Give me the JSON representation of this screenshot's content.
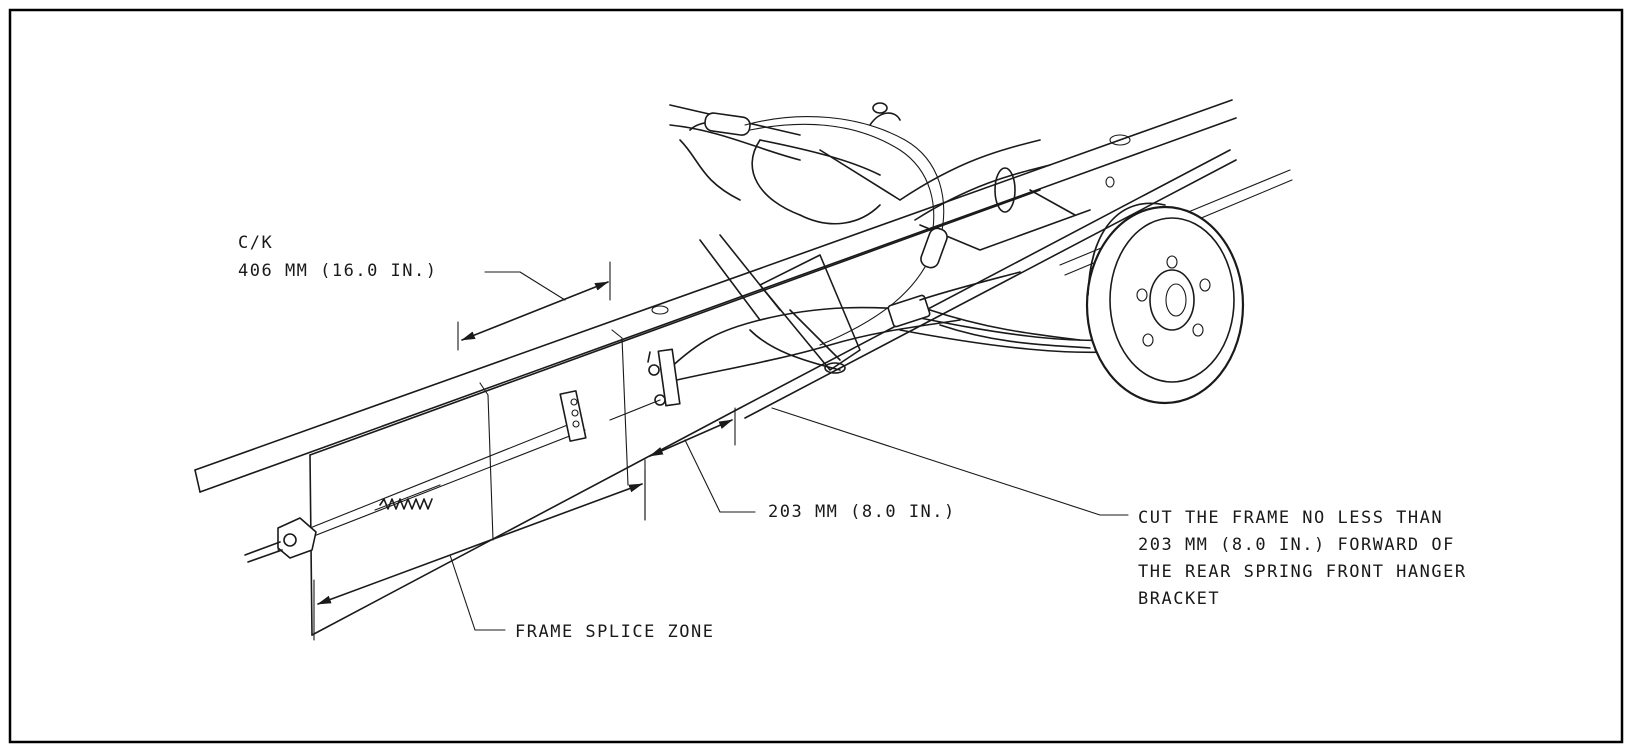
{
  "labels": {
    "ck_title": "C/K",
    "ck_dimension": "406 MM (16.0 IN.)",
    "offset_dimension": "203 MM (8.0 IN.)",
    "cut_note": [
      "CUT THE FRAME NO LESS THAN",
      "203 MM (8.0 IN.) FORWARD OF",
      "THE REAR SPRING FRONT HANGER",
      "BRACKET"
    ],
    "splice_zone": "FRAME SPLICE ZONE"
  },
  "colors": {
    "ink": "#1a1a1a",
    "paper": "#ffffff",
    "border": "#000000"
  },
  "icons": {
    "dimension_arrows": "arrowhead"
  }
}
